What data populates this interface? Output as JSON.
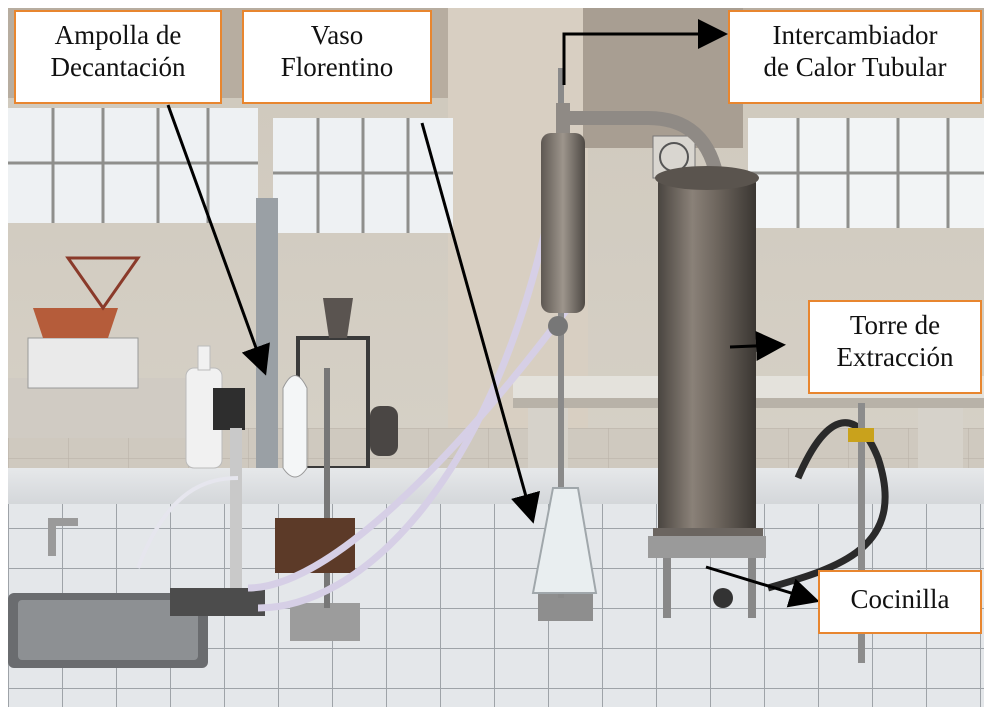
{
  "labels": {
    "ampolla": {
      "line1": "Ampolla de",
      "line2": "Decantación"
    },
    "vaso": {
      "line1": "Vaso",
      "line2": "Florentino"
    },
    "intercambiador": {
      "line1": "Intercambiador",
      "line2": "de Calor Tubular"
    },
    "torre": {
      "line1": "Torre de",
      "line2": "Extracción"
    },
    "cocinilla": {
      "line1": "Cocinilla"
    }
  },
  "colors": {
    "label_border": "#e8862f",
    "arrow": "#000000"
  }
}
